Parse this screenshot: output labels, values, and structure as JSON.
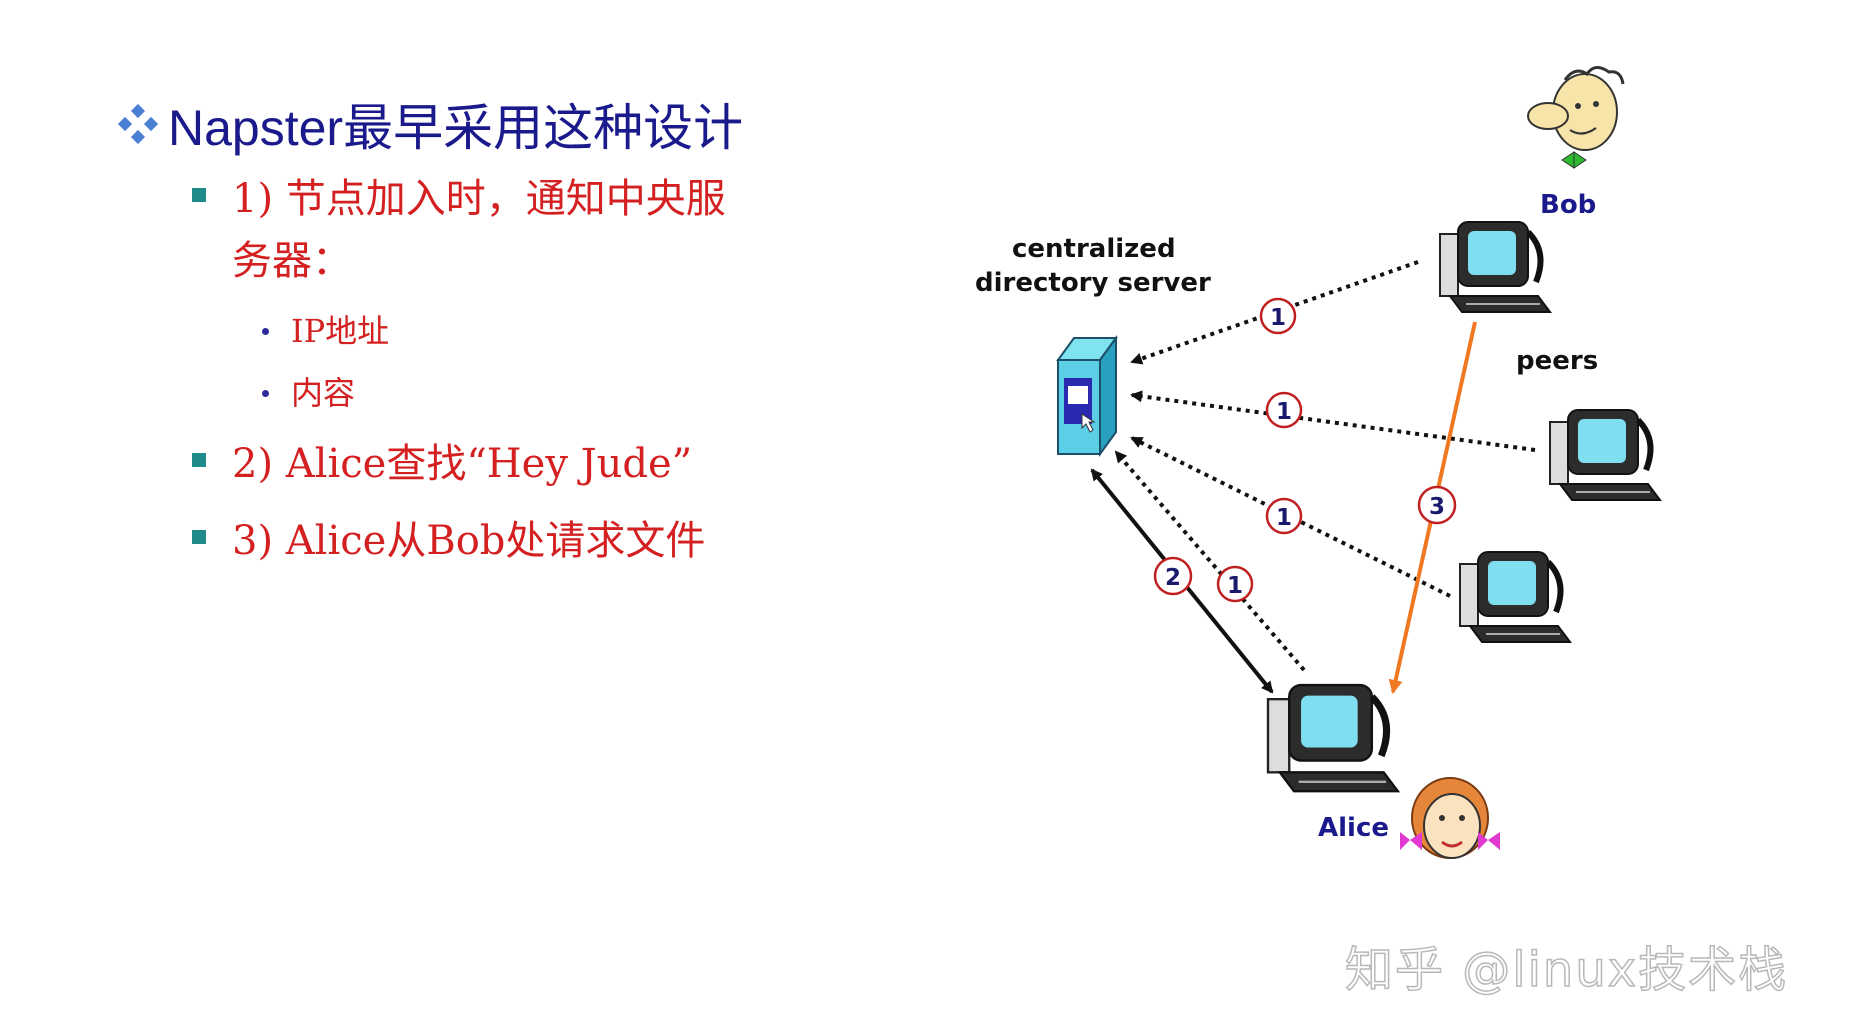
{
  "title": {
    "icon": "diamond-bullet-icon",
    "text": "Napster最早采用这种设计",
    "color": "#1a1a8c"
  },
  "bullets": {
    "item1_line1": "1) 节点加入时，通知中央服",
    "item1_line2": "务器：",
    "sub1": "IP地址",
    "sub2": "内容",
    "item2": "2) Alice查找“Hey Jude”",
    "item3": "3) Alice从Bob处请求文件",
    "text_color": "#d42020"
  },
  "diagram": {
    "server_label_line1": "centralized",
    "server_label_line2": "directory server",
    "bob_label": "Bob",
    "peers_label": "peers",
    "alice_label": "Alice",
    "step1": "1",
    "step2": "2",
    "step3": "3",
    "arrow_color_step3": "#f07820",
    "name_label_color": "#1a1a8c"
  },
  "watermark": "知乎 @linux技术栈"
}
